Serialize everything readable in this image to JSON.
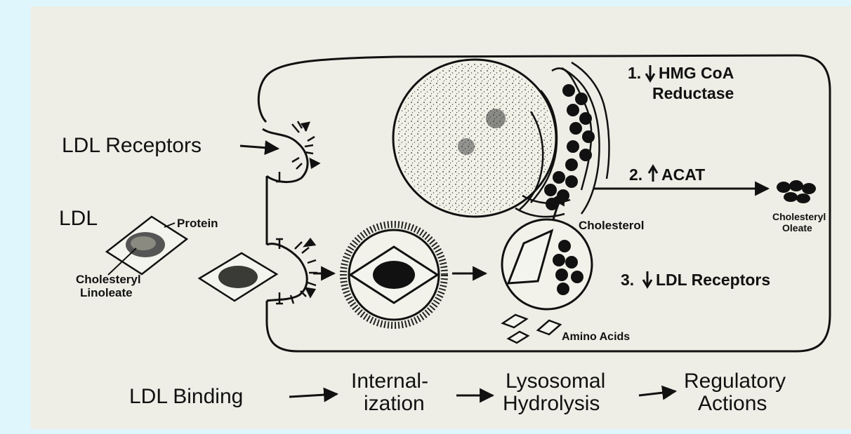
{
  "colors": {
    "background": "#dff6fc",
    "slide": "#eeeee6",
    "ink": "#111111"
  },
  "labels": {
    "ldl_receptors": "LDL Receptors",
    "ldl": "LDL",
    "protein": "Protein",
    "cholesteryl": "Cholesteryl",
    "linoleate": "Linoleate",
    "cholesterol": "Cholesterol",
    "cholesteryl_oleate_1": "Cholesteryl",
    "cholesteryl_oleate_2": "Oleate",
    "amino_acids": "Amino Acids"
  },
  "regulatory": {
    "item1_num": "1.",
    "item1_line1": "HMG CoA",
    "item1_line2": "Reductase",
    "item2_num": "2.",
    "item2_text": "ACAT",
    "item3_num": "3.",
    "item3_text": "LDL Receptors"
  },
  "steps": {
    "binding": "LDL Binding",
    "internalization_1": "Internal-",
    "internalization_2": "ization",
    "lysosomal_1": "Lysosomal",
    "lysosomal_2": "Hydrolysis",
    "regulatory_1": "Regulatory",
    "regulatory_2": "Actions"
  }
}
